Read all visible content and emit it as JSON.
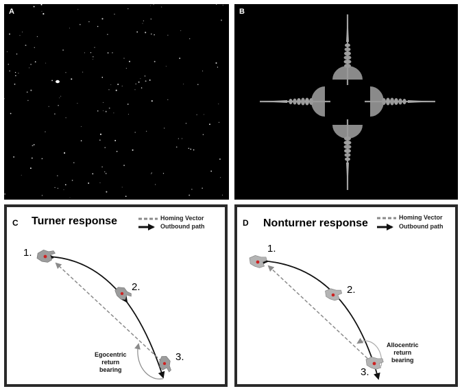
{
  "panels": {
    "a": {
      "label": "A"
    },
    "b": {
      "label": "B"
    },
    "c": {
      "label": "C",
      "title": "Turner response",
      "legend": {
        "homing": "Homing Vector",
        "outbound": "Outbound path"
      },
      "steps": [
        "1.",
        "2.",
        "3."
      ],
      "annotation": [
        "Egocentric",
        "return",
        "bearing"
      ]
    },
    "d": {
      "label": "D",
      "title": "Nonturner response",
      "legend": {
        "homing": "Homing Vector",
        "outbound": "Outbound path"
      },
      "steps": [
        "1.",
        "2.",
        "3."
      ],
      "annotation": [
        "Allocentric",
        "return",
        "bearing"
      ]
    }
  },
  "colors": {
    "homing": "#8a8a8a",
    "outbound": "#111111",
    "animal": "#9c9c9c",
    "animal_dot": "#cc2222"
  }
}
